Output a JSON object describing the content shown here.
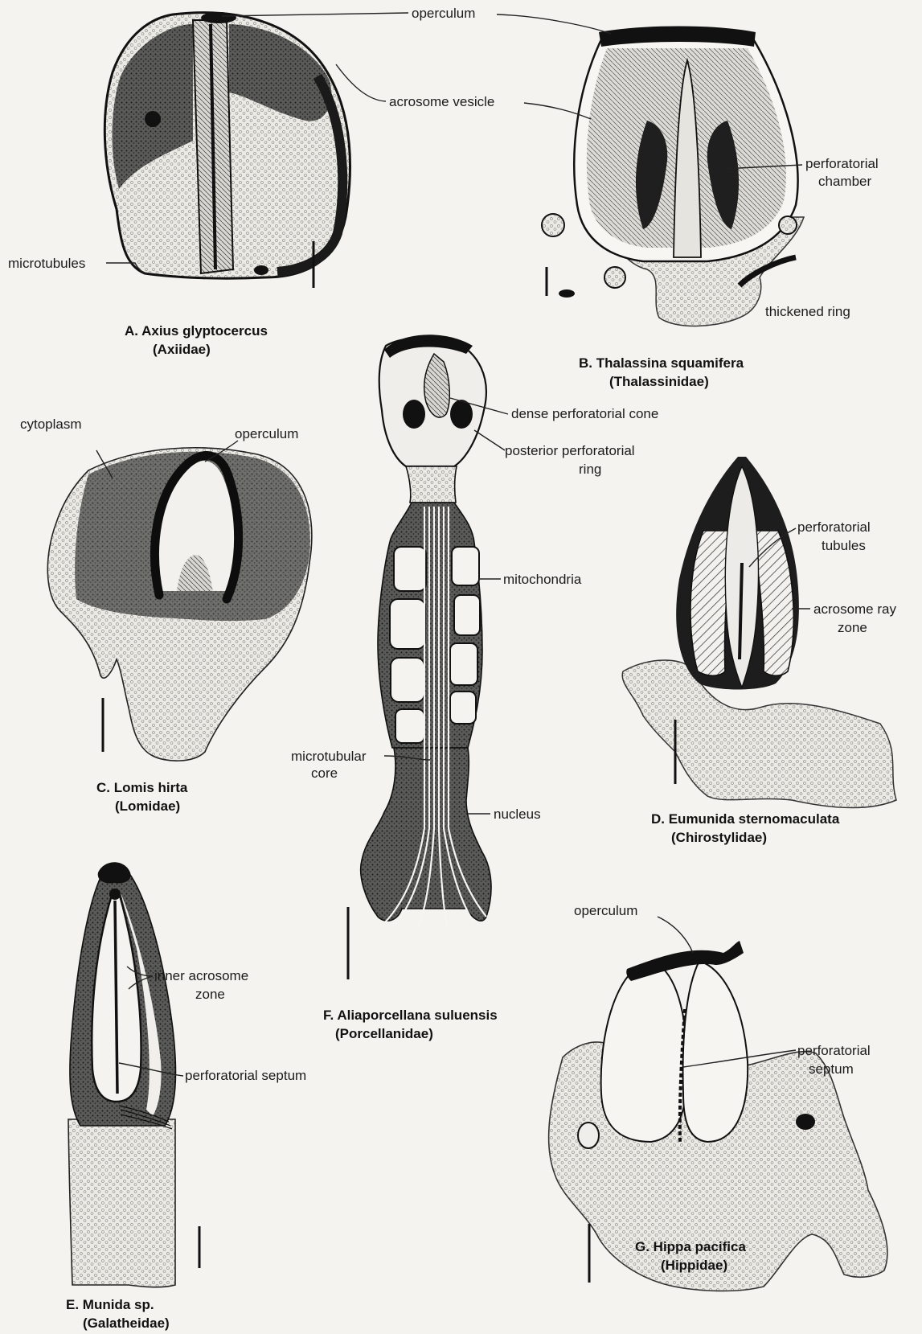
{
  "panels": {
    "A": {
      "name": "A. Axius glyptocercus",
      "family": "(Axiidae)",
      "labels": {
        "operculum": "operculum",
        "acrosome_vesicle": "acrosome vesicle",
        "microtubules": "microtubules"
      }
    },
    "B": {
      "name": "B. Thalassina squamifera",
      "family": "(Thalassinidae)",
      "labels": {
        "perforatorial_chamber_1": "perforatorial",
        "perforatorial_chamber_2": "chamber",
        "thickened_ring": "thickened ring"
      }
    },
    "C": {
      "name": "C. Lomis hirta",
      "family": "(Lomidae)",
      "labels": {
        "cytoplasm": "cytoplasm",
        "operculum": "operculum"
      }
    },
    "D": {
      "name": "D. Eumunida sternomaculata",
      "family": "(Chirostylidae)",
      "labels": {
        "perforatorial_tubules_1": "perforatorial",
        "perforatorial_tubules_2": "tubules",
        "acrosome_ray_zone_1": "acrosome ray",
        "acrosome_ray_zone_2": "zone"
      }
    },
    "E": {
      "name": "E. Munida sp.",
      "family": "(Galatheidae)",
      "labels": {
        "inner_acrosome_zone_1": "inner acrosome",
        "inner_acrosome_zone_2": "zone",
        "perforatorial_septum": "perforatorial septum"
      }
    },
    "F": {
      "name": "F. Aliaporcellana suluensis",
      "family": "(Porcellanidae)",
      "labels": {
        "dense_perforatorial_cone": "dense perforatorial cone",
        "posterior_perforatorial_ring_1": "posterior perforatorial",
        "posterior_perforatorial_ring_2": "ring",
        "mitochondria": "mitochondria",
        "microtubular_core_1": "microtubular",
        "microtubular_core_2": "core",
        "nucleus": "nucleus"
      }
    },
    "G": {
      "name": "G. Hippa pacifica",
      "family": "(Hippidae)",
      "labels": {
        "operculum": "operculum",
        "perforatorial_septum_1": "perforatorial",
        "perforatorial_septum_2": "septum"
      }
    }
  }
}
